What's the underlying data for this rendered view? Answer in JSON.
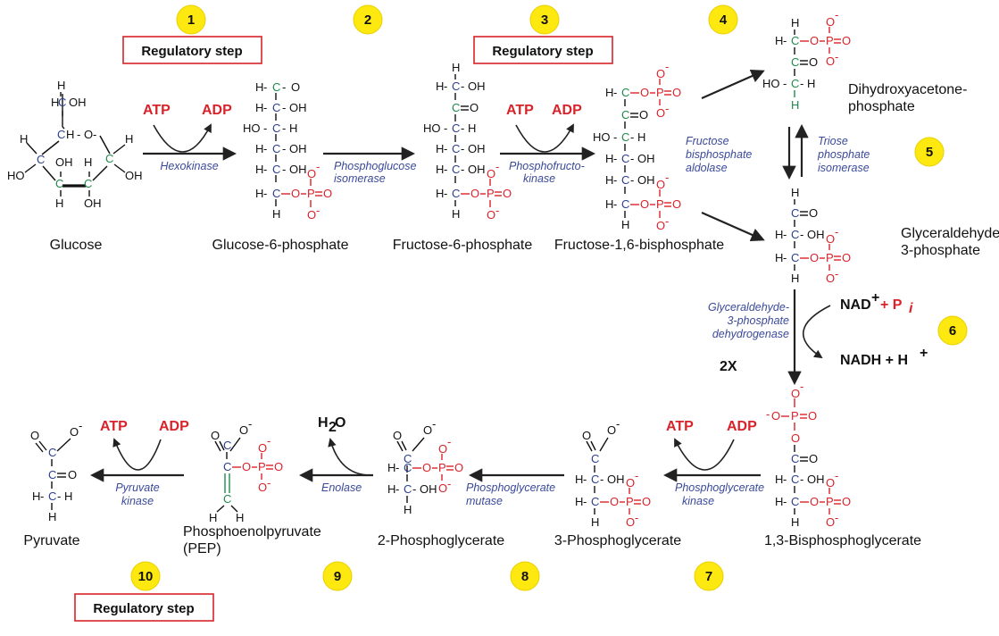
{
  "steps": [
    "1",
    "2",
    "3",
    "4",
    "5",
    "6",
    "7",
    "8",
    "9",
    "10"
  ],
  "regulatory_step_label": "Regulatory step",
  "molecules": {
    "glucose": "Glucose",
    "g6p": "Glucose-6-phosphate",
    "f6p": "Fructose-6-phosphate",
    "f16bp": "Fructose-1,6-bisphosphate",
    "dhap_line1": "Dihydroxyacetone-",
    "dhap_line2": "phosphate",
    "g3p_line1": "Glyceraldehyde-",
    "g3p_line2": "3-phosphate",
    "bpg13": "1,3-Bisphosphoglycerate",
    "pg3": "3-Phosphoglycerate",
    "pg2": "2-Phosphoglycerate",
    "pep_line1": "Phosphoenolpyruvate",
    "pep_line2": "(PEP)",
    "pyruvate": "Pyruvate"
  },
  "enzymes": {
    "hexokinase": "Hexokinase",
    "pgi_line1": "Phosphoglucose",
    "pgi_line2": "isomerase",
    "pfk_line1": "Phosphofructo-",
    "pfk_line2": "kinase",
    "aldolase_line1": "Fructose",
    "aldolase_line2": "bisphosphate",
    "aldolase_line3": "aldolase",
    "tpi_line1": "Triose",
    "tpi_line2": "phosphate",
    "tpi_line3": "isomerase",
    "gapdh_line1": "Glyceraldehyde-",
    "gapdh_line2": "3-phosphate",
    "gapdh_line3": "dehydrogenase",
    "pgk_line1": "Phosphoglycerate",
    "pgk_line2": "kinase",
    "pgm_line1": "Phosphoglycerate",
    "pgm_line2": "mutase",
    "enolase": "Enolase",
    "pk_line1": "Pyruvate",
    "pk_line2": "kinase"
  },
  "cofactors": {
    "atp": "ATP",
    "adp": "ADP",
    "nad": "NAD",
    "plus_pi": "+ P",
    "pi_sub": "i",
    "nadh": "NADH + H",
    "plus_sup": "+",
    "h2o_h": "H",
    "h2o_sub": "2",
    "h2o_o": "O",
    "two_x": "2X"
  },
  "atoms": {
    "H": "H",
    "C": "C",
    "O": "O",
    "P": "P",
    "OH": "OH",
    "HO": "HO",
    "Ominus": "O",
    "minus": "-"
  },
  "colors": {
    "carbon_blue": "#2b3f8f",
    "carbon_green": "#1f8a4c",
    "phosphate_red": "#d8232a",
    "badge_yellow": "#fde910",
    "enzyme_text": "#3a4a9a"
  }
}
